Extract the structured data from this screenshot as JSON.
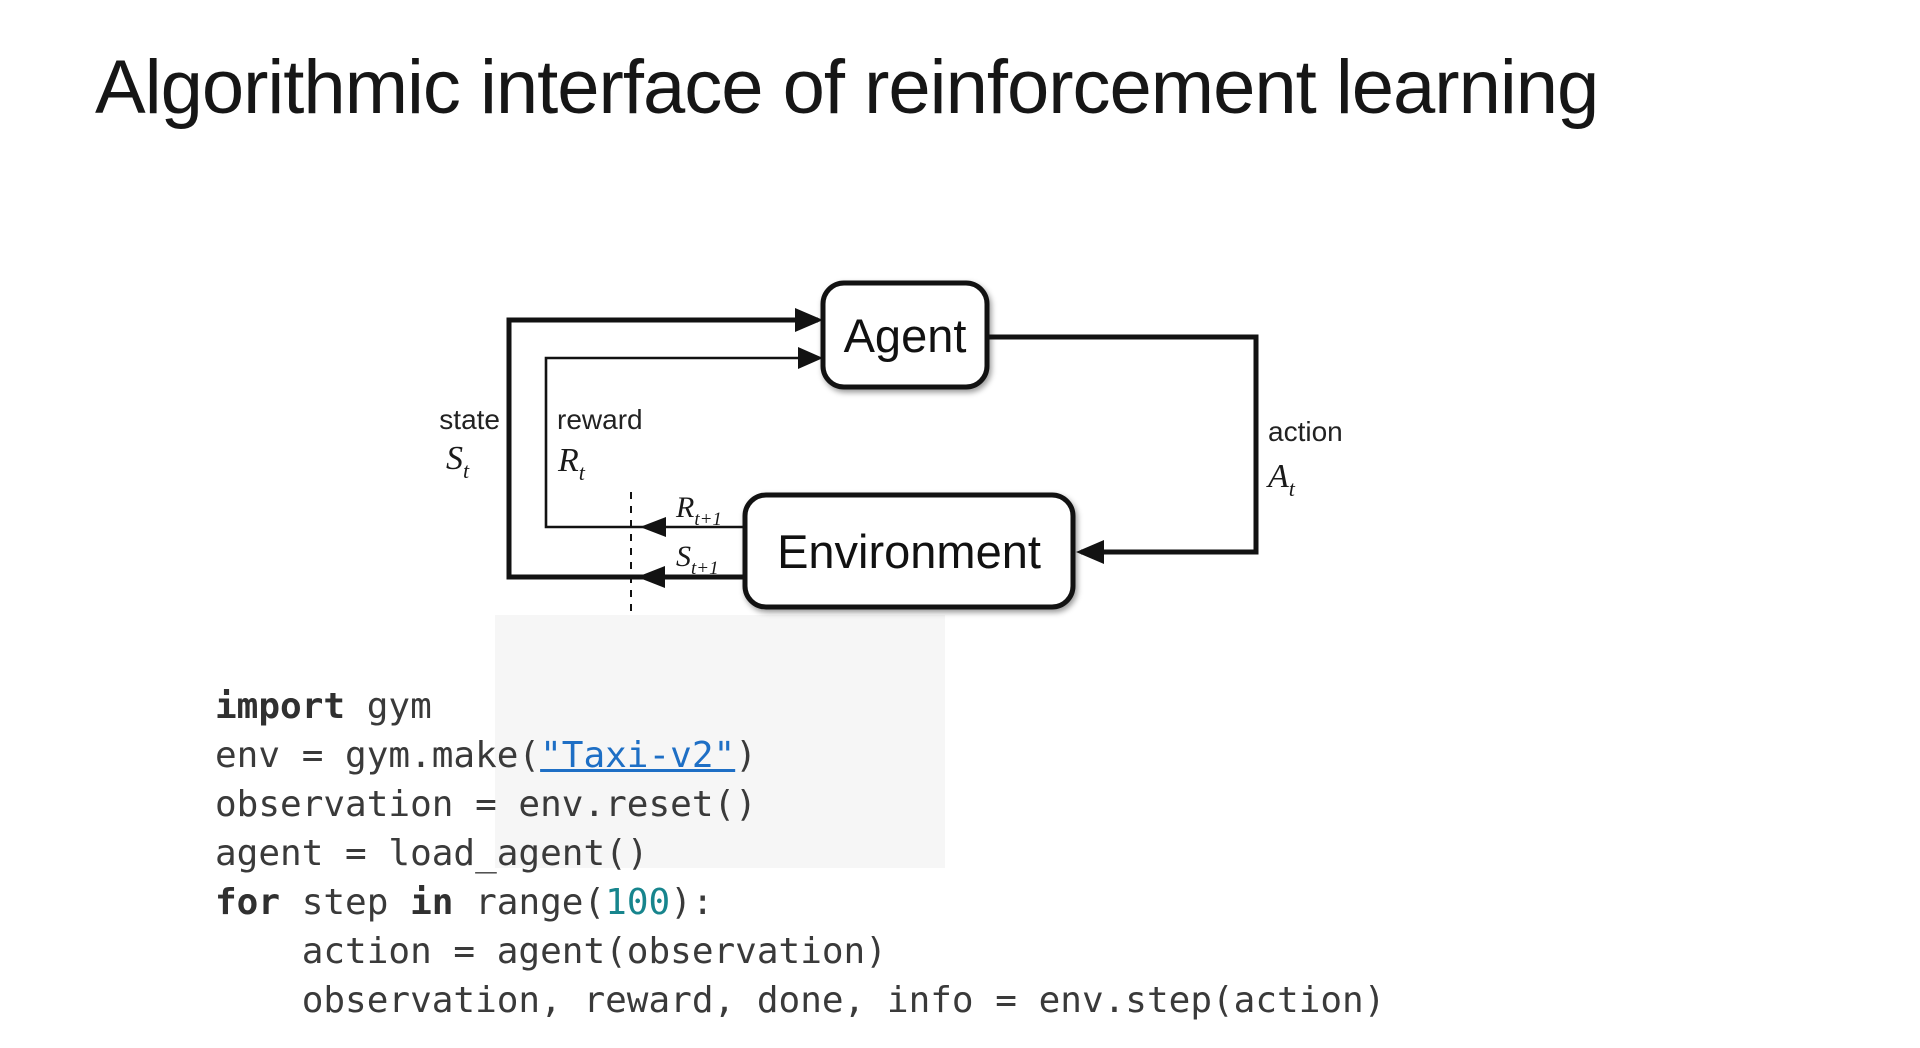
{
  "title": "Algorithmic interface of reinforcement learning",
  "diagram": {
    "agent": "Agent",
    "environment": "Environment",
    "labels": {
      "state": "state",
      "state_sym": "S",
      "state_sub": "t",
      "reward": "reward",
      "reward_sym": "R",
      "reward_sub": "t",
      "action": "action",
      "action_sym": "A",
      "action_sub": "t",
      "next_reward_sym": "R",
      "next_reward_sub": "t+1",
      "next_state_sym": "S",
      "next_state_sub": "t+1"
    }
  },
  "code": {
    "lines": [
      [
        {
          "t": "import",
          "c": "kw"
        },
        {
          "t": " gym",
          "c": "pl"
        }
      ],
      [
        {
          "t": "env = gym.make(",
          "c": "pl"
        },
        {
          "t": "\"Taxi-v2\"",
          "c": "str"
        },
        {
          "t": ")",
          "c": "pl"
        }
      ],
      [
        {
          "t": "observation = env.reset()",
          "c": "pl"
        }
      ],
      [
        {
          "t": "agent = load_agent()",
          "c": "pl"
        }
      ],
      [
        {
          "t": "for",
          "c": "kw"
        },
        {
          "t": " step ",
          "c": "pl"
        },
        {
          "t": "in",
          "c": "kw"
        },
        {
          "t": " range(",
          "c": "pl"
        },
        {
          "t": "100",
          "c": "num"
        },
        {
          "t": "):",
          "c": "pl"
        }
      ],
      [
        {
          "t": "    action = agent(observation)",
          "c": "pl"
        }
      ],
      [
        {
          "t": "    observation, reward, done, info = env.step(action)",
          "c": "pl"
        }
      ]
    ]
  },
  "colors": {
    "code_text": "#3a3a3a",
    "keyword": "#303030",
    "string_link": "#1e6fc5",
    "number": "#17858d",
    "diagram_ink": "#121212"
  }
}
